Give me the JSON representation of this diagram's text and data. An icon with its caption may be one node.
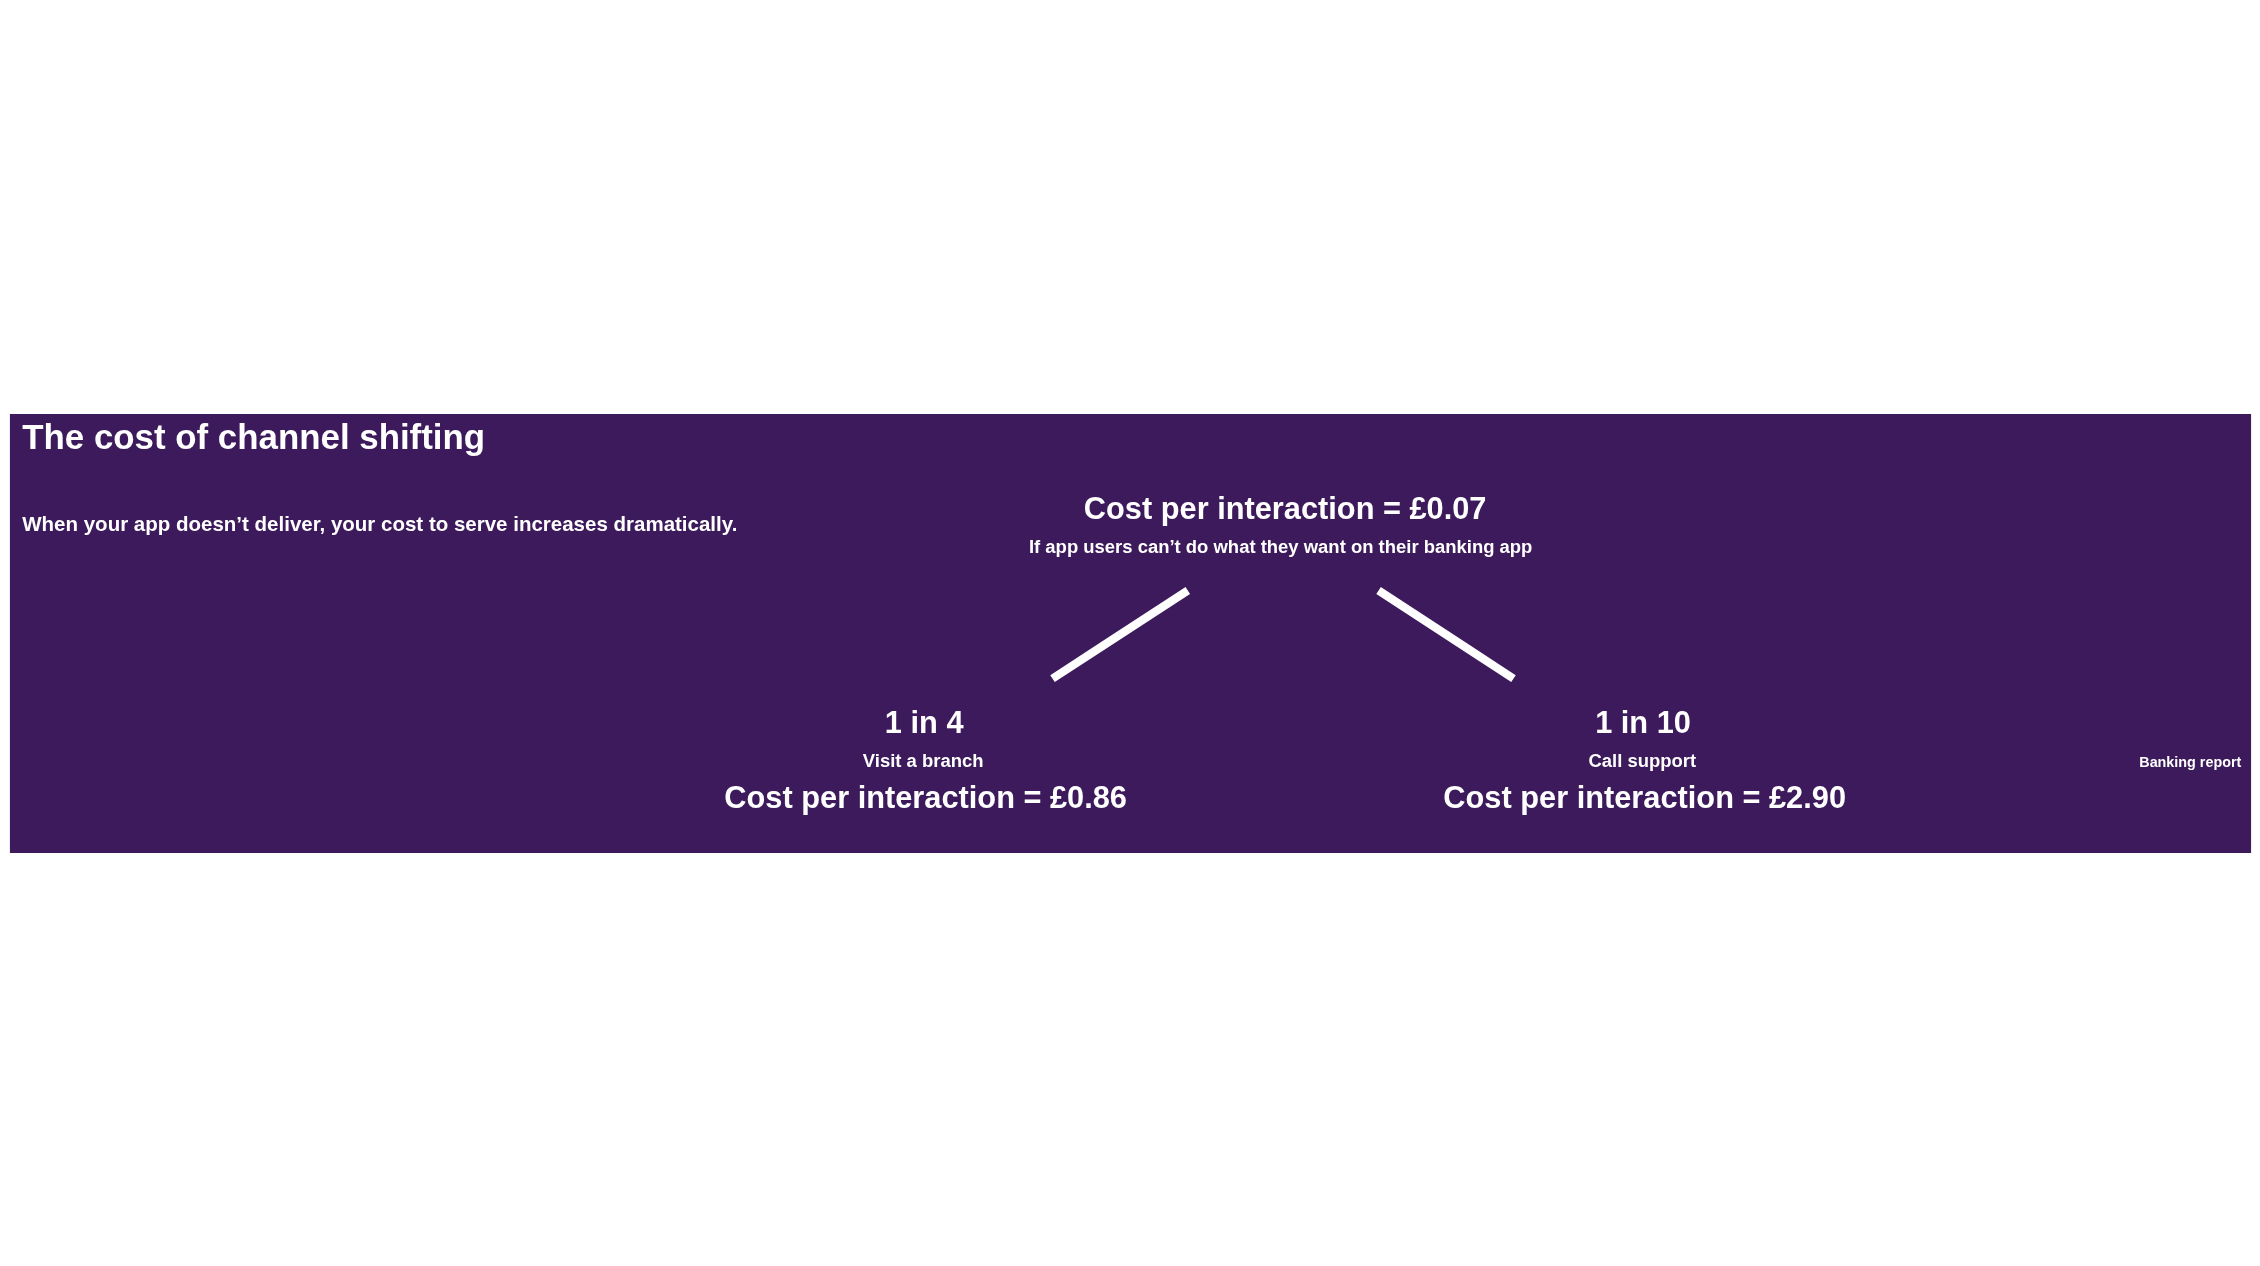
{
  "diagram": {
    "title": "The cost of channel shifting",
    "nodes": [
      {
        "text": [
          "Cost per interaction = £0.07",
          "If app users can’t do what they want on their banking app"
        ]
      },
      {
        "text": [
          "1 in 4",
          "Visit a branch",
          "Cost per interaction = £0.86"
        ]
      },
      {
        "text": [
          "1 in 10",
          "Call support",
          "Cost per interaction = £2.90"
        ]
      }
    ],
    "edges": [
      {
        "from": 0,
        "to": 1,
        "arrow": "none"
      },
      {
        "from": 0,
        "to": 2,
        "arrow": "none"
      }
    ],
    "labels": [
      "When your app doesn’t deliver, your cost to serve increases dramatically.",
      "Banking report"
    ]
  }
}
